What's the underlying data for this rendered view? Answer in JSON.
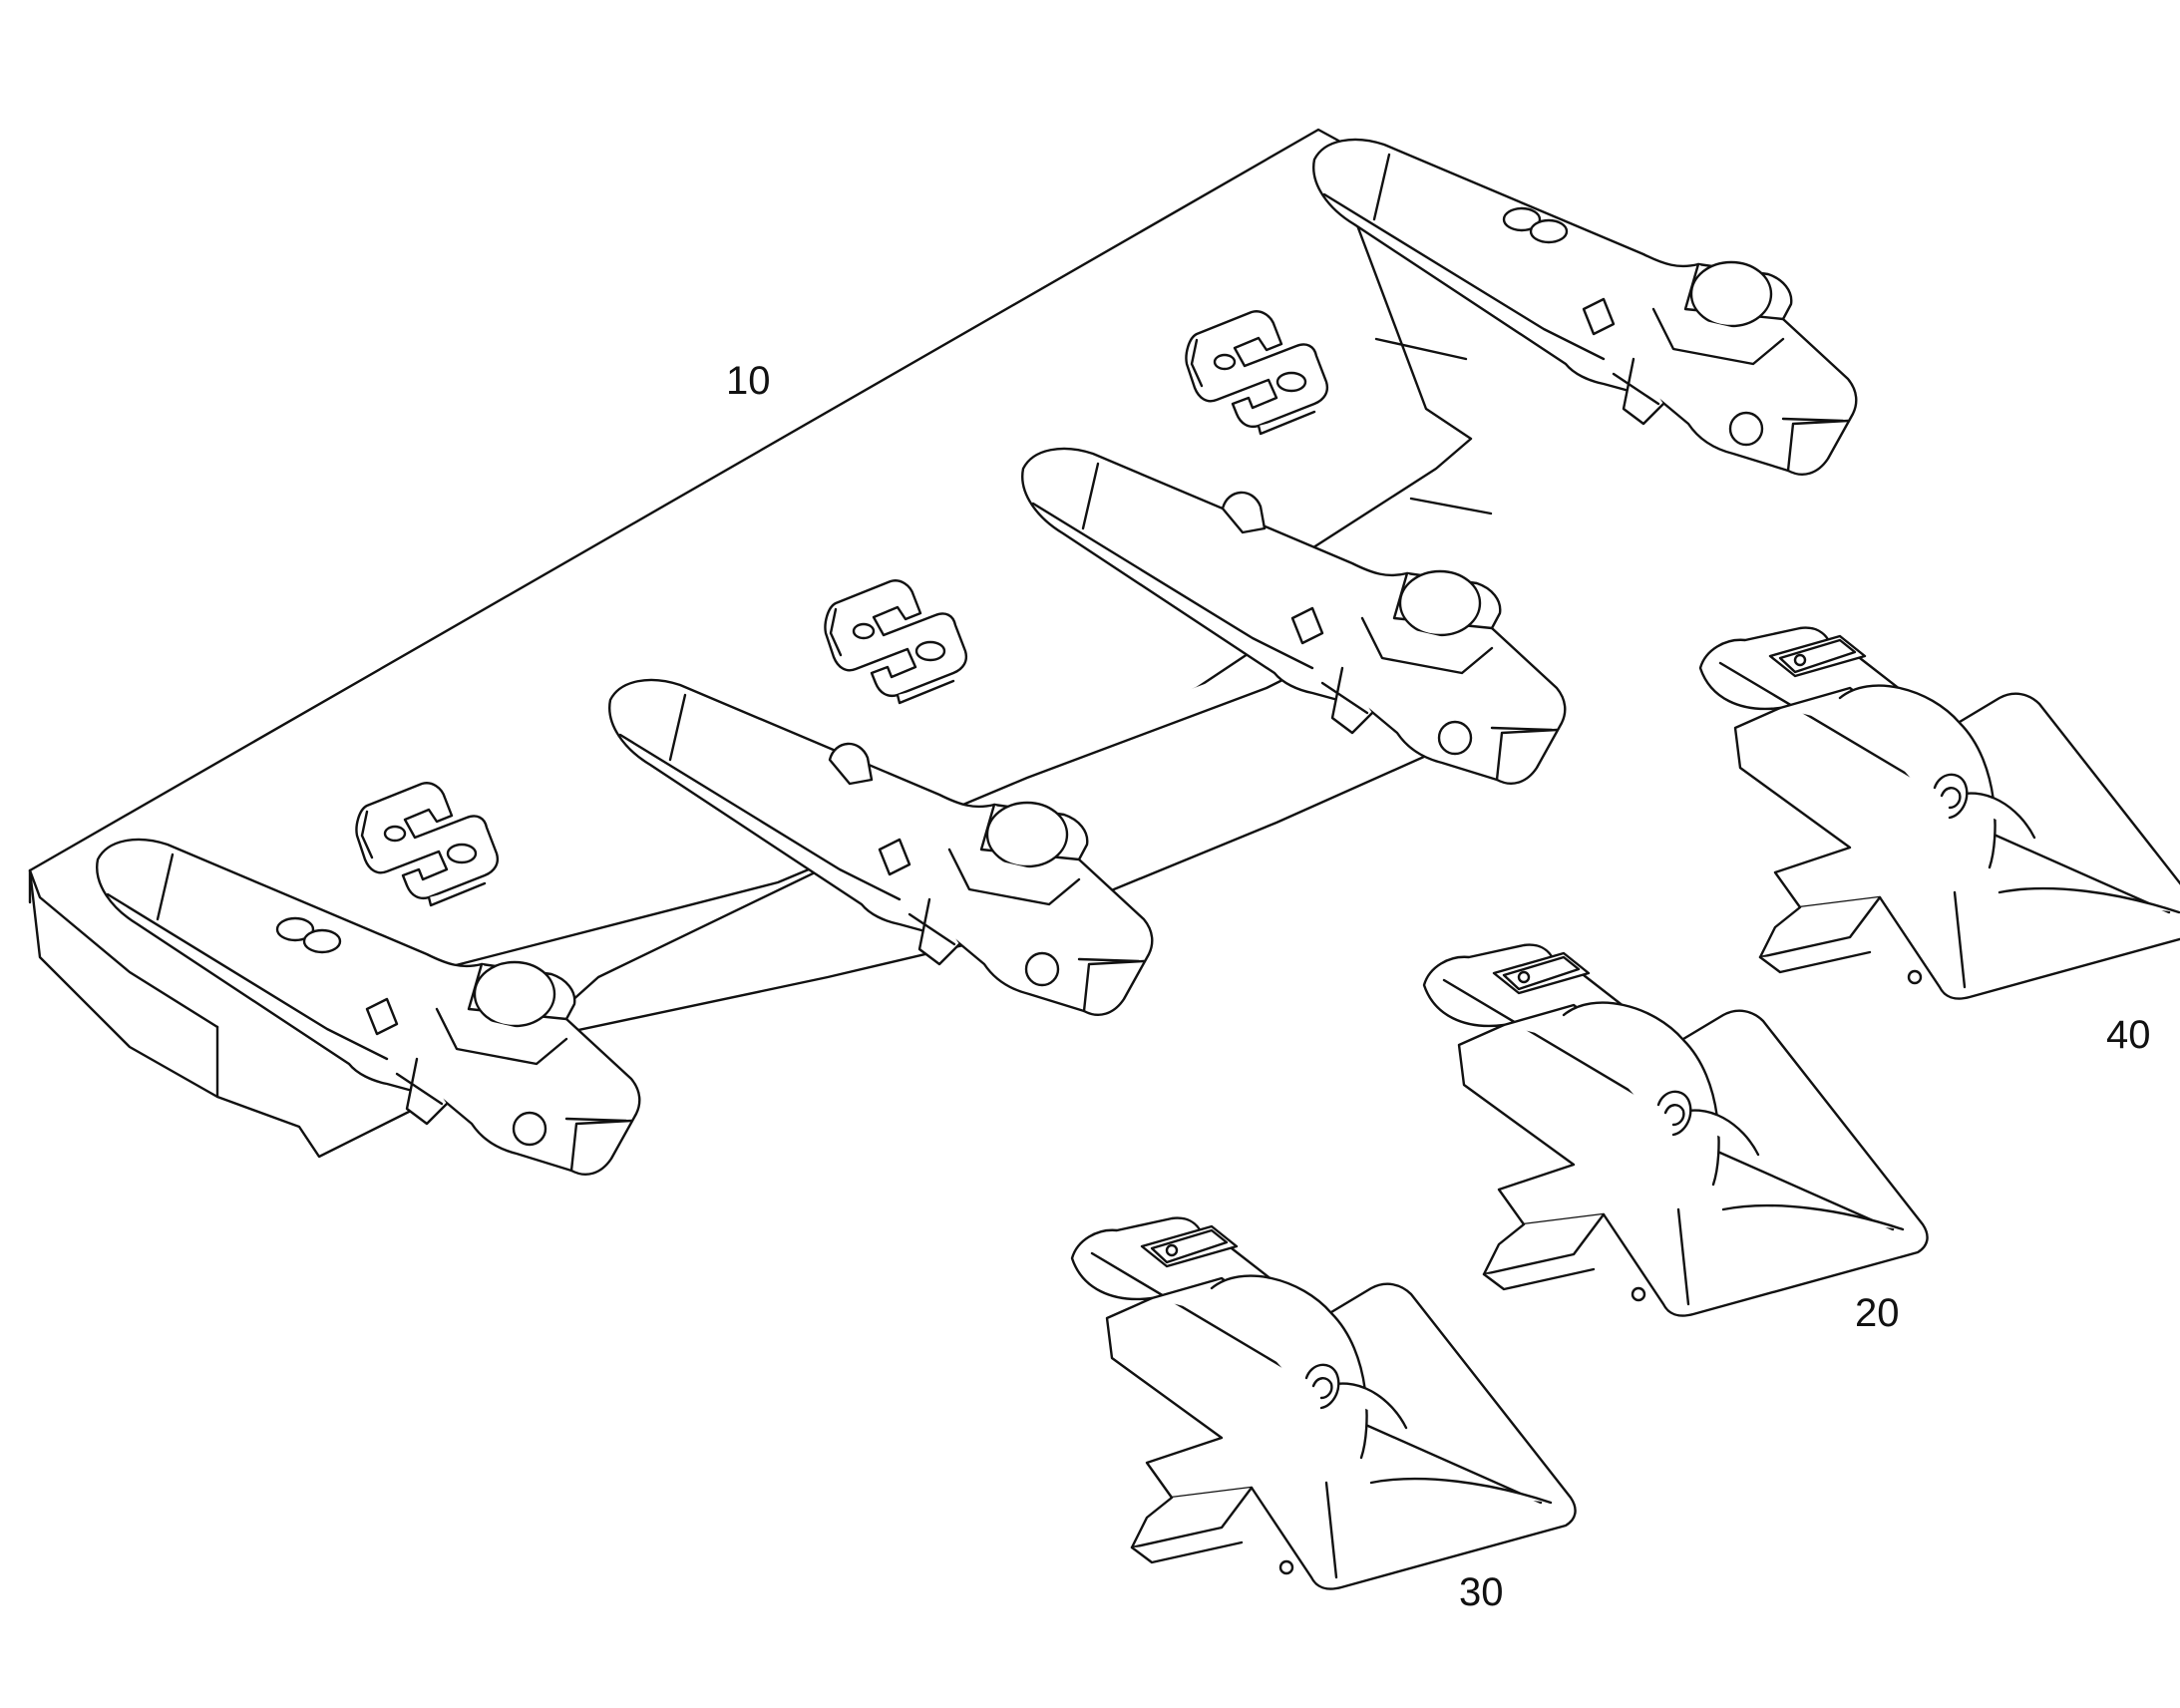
{
  "labels": {
    "part_10": "10",
    "part_20": "20",
    "part_30": "30",
    "part_40": "40"
  },
  "colors": {
    "line": "#111111",
    "background": "#ffffff"
  },
  "icons": {
    "adapter": "adapter-icon",
    "retainer": "retainer-clip-icon",
    "bucket_tooth": "bucket-tooth-icon"
  }
}
